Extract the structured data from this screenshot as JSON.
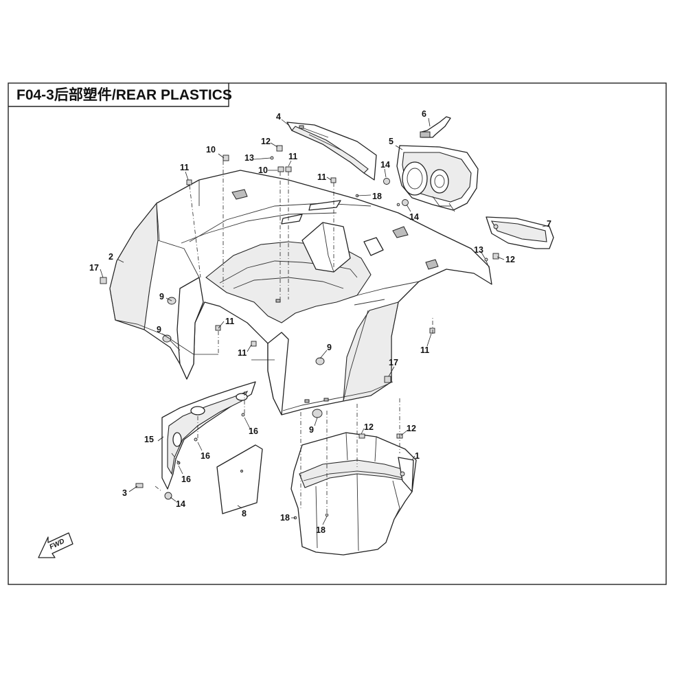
{
  "title": "F04-3后部塑件/REAR PLASTICS",
  "fwd_label": "FWD",
  "callouts": [
    {
      "id": "c1",
      "text": "1"
    },
    {
      "id": "c2",
      "text": "2"
    },
    {
      "id": "c3",
      "text": "3"
    },
    {
      "id": "c4",
      "text": "4"
    },
    {
      "id": "c5",
      "text": "5"
    },
    {
      "id": "c6",
      "text": "6"
    },
    {
      "id": "c7",
      "text": "7"
    },
    {
      "id": "c8",
      "text": "8"
    },
    {
      "id": "c9a",
      "text": "9"
    },
    {
      "id": "c9b",
      "text": "9"
    },
    {
      "id": "c9c",
      "text": "9"
    },
    {
      "id": "c9d",
      "text": "9"
    },
    {
      "id": "c10a",
      "text": "10"
    },
    {
      "id": "c10b",
      "text": "10"
    },
    {
      "id": "c11a",
      "text": "11"
    },
    {
      "id": "c11b",
      "text": "11"
    },
    {
      "id": "c11c",
      "text": "11"
    },
    {
      "id": "c11d",
      "text": "11"
    },
    {
      "id": "c11e",
      "text": "11"
    },
    {
      "id": "c11f",
      "text": "11"
    },
    {
      "id": "c12a",
      "text": "12"
    },
    {
      "id": "c12b",
      "text": "12"
    },
    {
      "id": "c12c",
      "text": "12"
    },
    {
      "id": "c12d",
      "text": "12"
    },
    {
      "id": "c13a",
      "text": "13"
    },
    {
      "id": "c13b",
      "text": "13"
    },
    {
      "id": "c14a",
      "text": "14"
    },
    {
      "id": "c14b",
      "text": "14"
    },
    {
      "id": "c14c",
      "text": "14"
    },
    {
      "id": "c15",
      "text": "15"
    },
    {
      "id": "c16a",
      "text": "16"
    },
    {
      "id": "c16b",
      "text": "16"
    },
    {
      "id": "c16c",
      "text": "16"
    },
    {
      "id": "c17a",
      "text": "17"
    },
    {
      "id": "c17b",
      "text": "17"
    },
    {
      "id": "c18a",
      "text": "18"
    },
    {
      "id": "c18b",
      "text": "18"
    },
    {
      "id": "c18c",
      "text": "18"
    }
  ]
}
